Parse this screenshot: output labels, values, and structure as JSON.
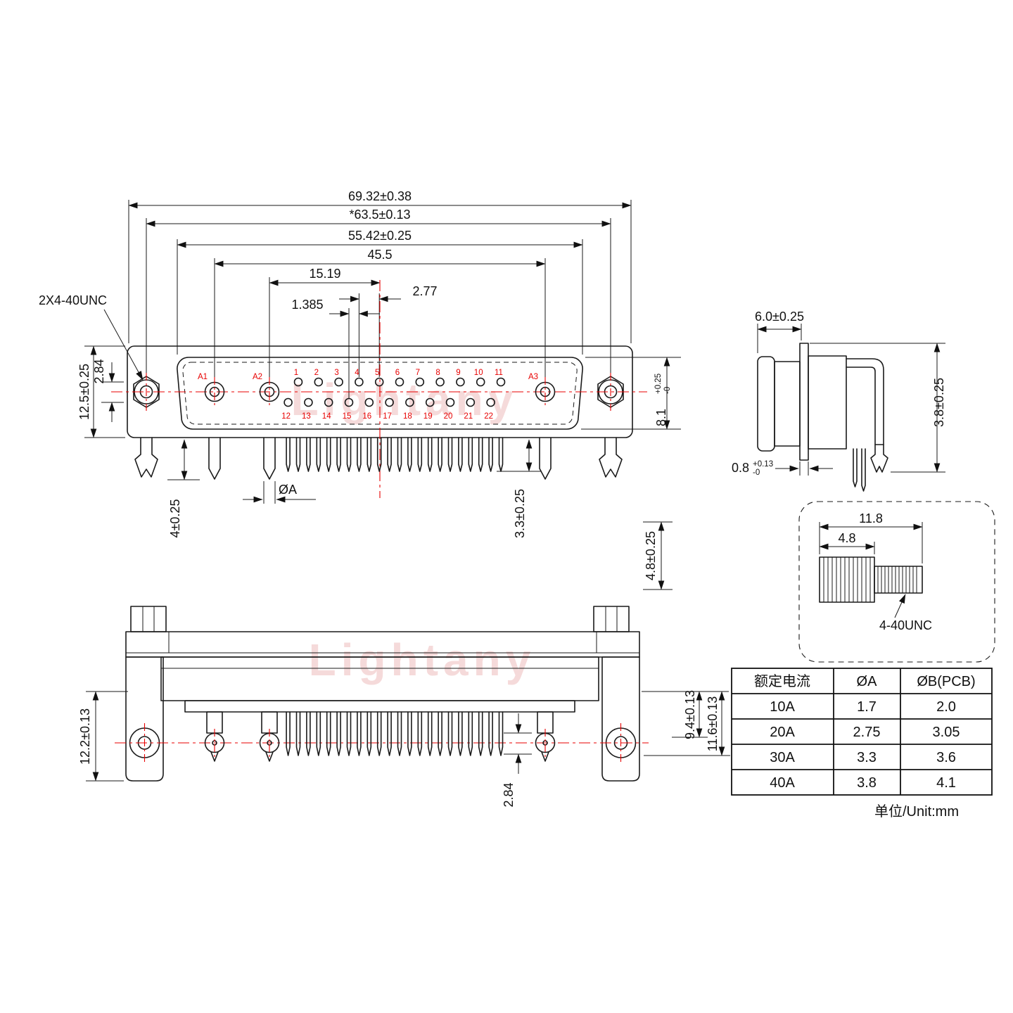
{
  "watermark": {
    "text": "Lightany"
  },
  "front_view": {
    "thread_label": "2X4-40UNC",
    "dim_overall_width": "69.32±0.38",
    "dim_mount_spacing": "*63.5±0.13",
    "dim_flange_width": "55.42±0.25",
    "dim_coax_span": "45.5",
    "dim_a2_center": "15.19",
    "dim_pitch": "2.77",
    "dim_half_pitch": "1.385",
    "dim_height": "12.5±0.25",
    "dim_row_spacing": "2.84",
    "dim_dshell_height": "8.1",
    "dim_dshell_tol_plus": "+0.25",
    "dim_dshell_tol_minus": "-0",
    "dim_boardlock_len": "4±0.25",
    "dim_pin_dia": "ØA",
    "dim_signal_pin_len": "3.3±0.25",
    "dim_power_pin_len": "4.8±0.25",
    "pin_labels": {
      "coax": [
        "A1",
        "A2",
        "A3"
      ],
      "row1": [
        "1",
        "2",
        "3",
        "4",
        "5",
        "6",
        "7",
        "8",
        "9",
        "10",
        "11"
      ],
      "row2": [
        "12",
        "13",
        "14",
        "15",
        "16",
        "17",
        "18",
        "19",
        "20",
        "21",
        "22"
      ]
    }
  },
  "side_view": {
    "dim_depth": "6.0±0.25",
    "dim_pin_offset": "3.8±0.25",
    "dim_flange_thickness": "0.8",
    "dim_flange_tol_plus": "+0.13",
    "dim_flange_tol_minus": "-0"
  },
  "screw_detail": {
    "dim_total_length": "11.8",
    "dim_head_length": "4.8",
    "thread_label": "4-40UNC"
  },
  "back_view": {
    "dim_bracket_height": "12.2±0.13",
    "dim_pin_row1": "9.4±0.13",
    "dim_pin_row2": "11.6±0.13",
    "dim_row_spacing": "2.84"
  },
  "spec_table": {
    "headers": [
      "额定电流",
      "ØA",
      "ØB(PCB)"
    ],
    "rows": [
      {
        "current": "10A",
        "dia_a": "1.7",
        "dia_b": "2.0"
      },
      {
        "current": "20A",
        "dia_a": "2.75",
        "dia_b": "3.05"
      },
      {
        "current": "30A",
        "dia_a": "3.3",
        "dia_b": "3.6"
      },
      {
        "current": "40A",
        "dia_a": "3.8",
        "dia_b": "4.1"
      }
    ],
    "unit_note": "单位/Unit:mm"
  },
  "colors": {
    "line": "#1a1a1a",
    "accent_red": "#e80000",
    "watermark_pink": "#f0c2c2"
  }
}
